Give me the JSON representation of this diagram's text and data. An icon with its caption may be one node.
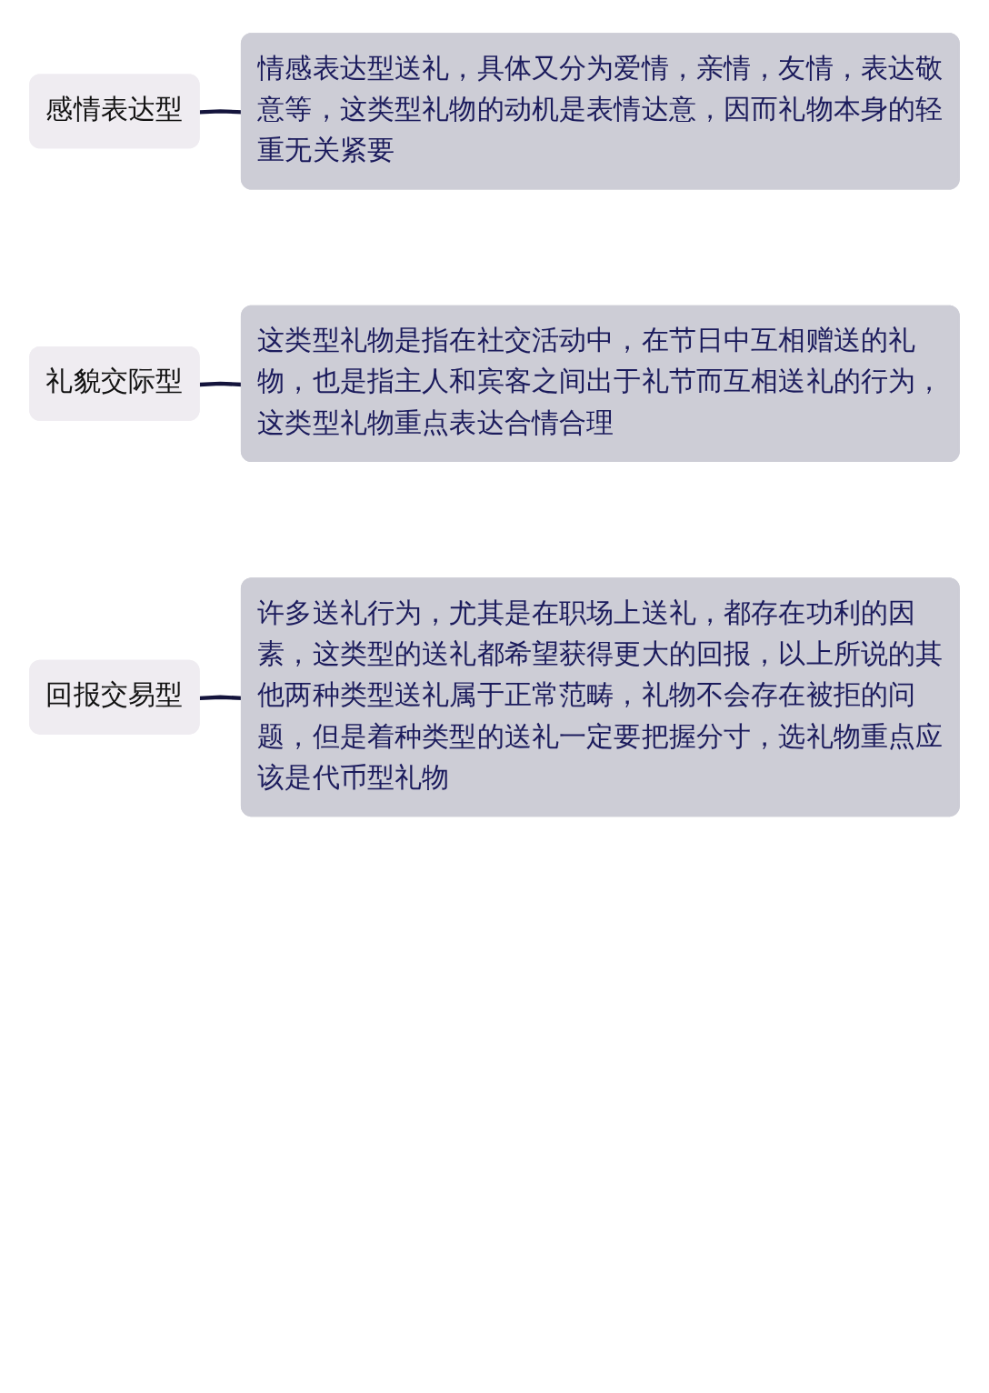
{
  "diagram": {
    "nodes": [
      {
        "text": [
          "感情表达型"
        ]
      },
      {
        "text": [
          "情感表达型送礼，具体又分为爱情，亲情，友情，表达敬意等，这类型礼物的动机是表情达意，因而礼物本身的轻重无关紧要"
        ]
      },
      {
        "text": [
          "礼貌交际型"
        ]
      },
      {
        "text": [
          "这类型礼物是指在社交活动中，在节日中互相赠送的礼物，也是指主人和宾客之间出于礼节而互相送礼的行为，这类型礼物重点表达合情合理"
        ]
      },
      {
        "text": [
          "回报交易型"
        ]
      },
      {
        "text": [
          "许多送礼行为，尤其是在职场上送礼，都存在功利的因素，这类型的送礼都希望获得更大的回报，以上所说的其他两种类型送礼属于正常范畴，礼物不会存在被拒的问题，但是着种类型的送礼一定要把握分寸，选礼物重点应该是代币型礼物"
        ]
      }
    ],
    "edges": [
      {
        "from": 0,
        "to": 1,
        "arrow": "none"
      },
      {
        "from": 2,
        "to": 3,
        "arrow": "none"
      },
      {
        "from": 4,
        "to": 5,
        "arrow": "none"
      }
    ]
  }
}
